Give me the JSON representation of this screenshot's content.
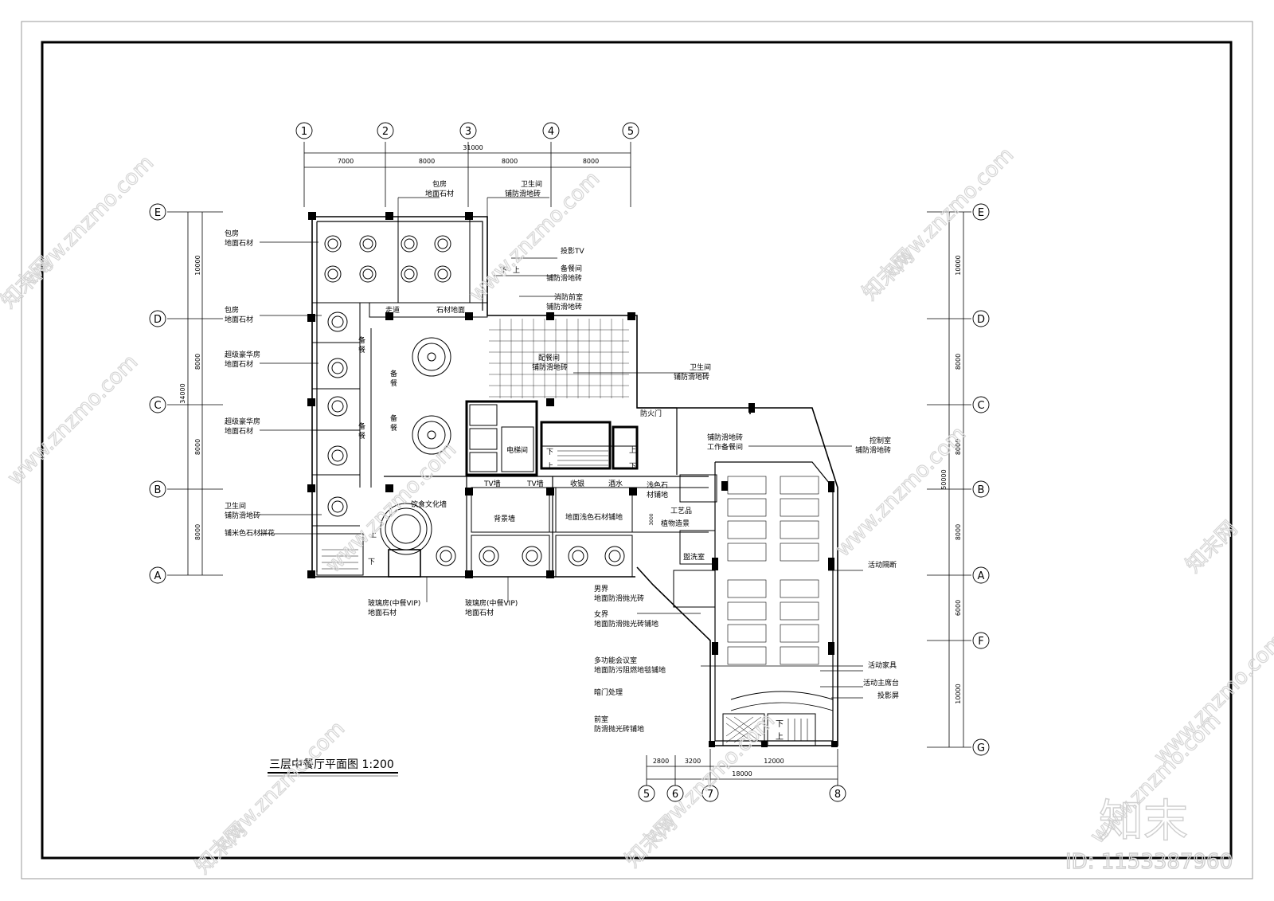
{
  "title": "三层中餐厅平面图 1:200",
  "top_axes": [
    "1",
    "2",
    "3",
    "4",
    "5"
  ],
  "top_dims": [
    "7000",
    "8000",
    "8000",
    "8000"
  ],
  "top_total": "31000",
  "left_axes": [
    "E",
    "D",
    "C",
    "B",
    "A"
  ],
  "left_dims": [
    "10000",
    "8000",
    "8000",
    "8000"
  ],
  "left_total": "34000",
  "right_axes": [
    "E",
    "D",
    "C",
    "B",
    "A",
    "F",
    "G"
  ],
  "right_dims": [
    "10000",
    "8000",
    "8000",
    "8000",
    "6000",
    "10000"
  ],
  "right_total": "50000",
  "bottom_axes": [
    "5",
    "6",
    "7",
    "8"
  ],
  "bottom_dims": [
    "2800",
    "3200",
    "12000"
  ],
  "bottom_total": "18000",
  "labels": {
    "baofang_top_1": "包房",
    "baofang_top_2": "地面石材",
    "wsj_top_1": "卫生间",
    "wsj_top_2": "铺防滑地砖",
    "ty_tv": "投影TV",
    "bcj_1": "备餐间",
    "bcj_2": "铺防滑地砖",
    "xfqs_1": "消防前室",
    "xfqs_2": "铺防滑地砖",
    "peican_1": "配餐间",
    "peican_2": "铺防滑地砖",
    "wsj_r_1": "卫生间",
    "wsj_r_2": "铺防滑地砖",
    "fhm": "防火门",
    "pfhdz_1": "铺防滑地砖",
    "pfhdz_2": "工作备餐间",
    "kzs_1": "控制室",
    "kzs_2": "铺防滑地砖",
    "hddg": "活动隔断",
    "nanjie_1": "男界",
    "nanjie_2": "地面防滑抛光砖",
    "nvjie_1": "女界",
    "nvjie_2": "地面防滑抛光砖铺地",
    "dgn_1": "多功能会议室",
    "dgn_2": "地面防污阻燃地毯铺地",
    "hdjj": "活动家具",
    "hdzxt": "活动主席台",
    "typ": "投影屏",
    "amcl": "暗门处理",
    "qs_1": "前室",
    "qs_2": "防滑抛光砖铺地",
    "l_baofang1_1": "包房",
    "l_baofang1_2": "地面石材",
    "l_baofang2_1": "包房",
    "l_baofang2_2": "地面石材",
    "l_cjhh1_1": "超级豪华房",
    "l_cjhh1_2": "地面石材",
    "l_cjhh2_1": "超级豪华房",
    "l_cjhh2_2": "地面石材",
    "l_wsj_1": "卫生间",
    "l_wsj_2": "铺防滑地砖",
    "l_pmss": "铺米色石材拼花",
    "bl_1a": "玻璃房(中餐VIP)",
    "bl_1b": "地面石材",
    "bl_2a": "玻璃房(中餐VIP)",
    "bl_2b": "地面石材",
    "zoudao": "走道",
    "scdm": "石材地面",
    "beican_1": "备",
    "beican_2": "餐",
    "dtj": "电梯间",
    "xia": "下",
    "shang": "上",
    "tvq": "TV墙",
    "shouyin": "收银",
    "jiushui": "酒水",
    "qsss_1": "浅色石",
    "qsss_2": "材铺地",
    "ysw": "饮食文化墙",
    "bjq": "背景墙",
    "dmqs": "地面浅色石材铺地",
    "gyp": "工艺品",
    "zwzj": "植物造景",
    "gxs": "盥洗室",
    "dim_3000": "3000"
  },
  "watermark": {
    "url": "www.znzmo.com",
    "brand": "知末网",
    "logo": "知末",
    "id": "ID: 1153387960"
  }
}
